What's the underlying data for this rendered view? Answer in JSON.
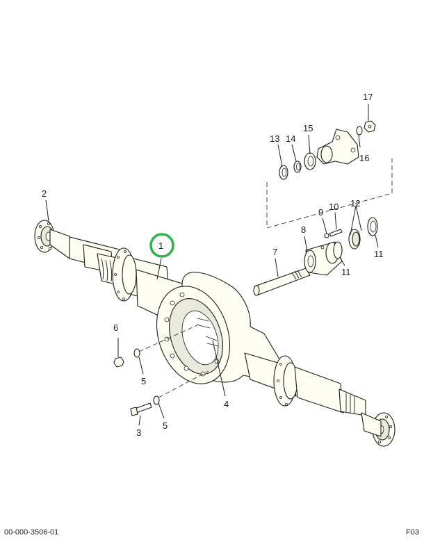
{
  "footer": {
    "drawing_number": "00-000-3506-01",
    "figure_code": "F03"
  },
  "highlight": {
    "callout": "1",
    "color": "#2bb34a"
  },
  "callouts": {
    "c1": "1",
    "c2": "2",
    "c3": "3",
    "c4": "4",
    "c5a": "5",
    "c5b": "5",
    "c6": "6",
    "c7": "7",
    "c8": "8",
    "c9": "9",
    "c10": "10",
    "c11a": "11",
    "c11b": "11",
    "c12": "12",
    "c13": "13",
    "c14": "14",
    "c15": "15",
    "c16": "16",
    "c17": "17"
  }
}
